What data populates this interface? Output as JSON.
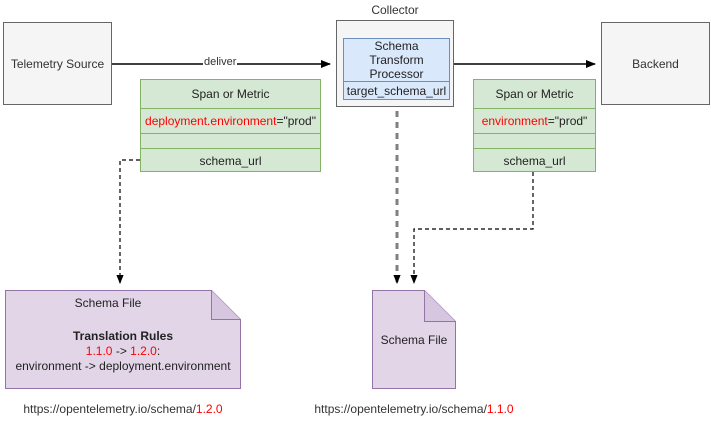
{
  "diagram": {
    "title": "OpenTelemetry Schema Transform flow",
    "colors": {
      "grey_fill": "#f5f5f5",
      "grey_stroke": "#666666",
      "blue_fill": "#dae8fc",
      "blue_stroke": "#6c8ebf",
      "green_fill": "#d5e8d4",
      "green_stroke": "#82b366",
      "purple_fill": "#e1d5e7",
      "purple_stroke": "#9673a6",
      "accent_red": "#ff0000",
      "text": "#333333"
    }
  },
  "nodes": {
    "telemetry_source": {
      "label": "Telemetry Source"
    },
    "collector": {
      "title": "Collector",
      "processor": {
        "name": "Schema Transform Processor",
        "field": "target_schema_url"
      }
    },
    "backend": {
      "label": "Backend"
    }
  },
  "edges": {
    "deliver": {
      "label": "deliver"
    }
  },
  "payload_left": {
    "header": "Span or Metric",
    "attribute_key": "deployment.environment",
    "attribute_value": "=\"prod\"",
    "empty_row": "",
    "schema_row": "schema_url"
  },
  "payload_right": {
    "header": "Span or Metric",
    "attribute_key": "environment",
    "attribute_value": "=\"prod\"",
    "empty_row": "",
    "schema_row": "schema_url"
  },
  "schema_file_left": {
    "title": "Schema File",
    "rules_heading": "Translation Rules",
    "version_from": "1.1.0",
    "version_arrow": " -> ",
    "version_to": "1.2.0",
    "version_colon": ":",
    "rule_line": "environment -> deployment.environment",
    "caption_base": "https://opentelemetry.io/schema/",
    "caption_version": "1.2.0"
  },
  "schema_file_right": {
    "title": "Schema File",
    "caption_base": "https://opentelemetry.io/schema/",
    "caption_version": "1.1.0"
  }
}
